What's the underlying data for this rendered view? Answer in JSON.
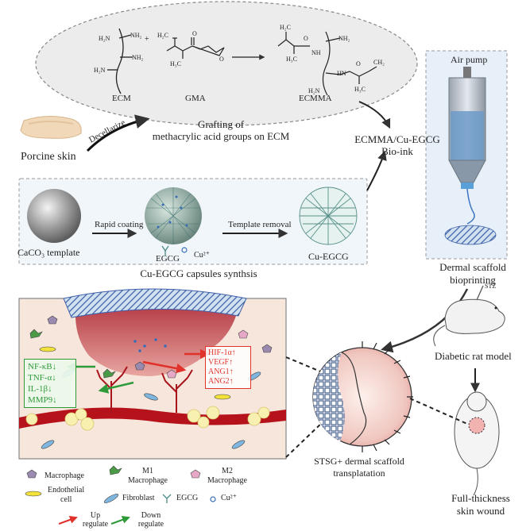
{
  "top": {
    "ecm": "ECM",
    "gma": "GMA",
    "ecmma": "ECMMA",
    "plus": "+",
    "chem": {
      "h2n": "H₂N",
      "nh2": "NH₂",
      "h3c": "H₃C",
      "ch2": "CH₂",
      "h2c": "H₂C",
      "hn": "HN",
      "nh": "NH",
      "o": "O"
    },
    "grafting_line1": "Grafting of",
    "grafting_line2": "methacrylic acid groups on ECM",
    "porcine_skin": "Porcine skin",
    "decellarize": "Decellarize"
  },
  "synthesis": {
    "caco3": "CaCO₃ template",
    "rapid_coating": "Rapid coating",
    "template_removal": "Template removal",
    "egcg": "EGCG",
    "cu": "Cu²⁺",
    "cu_egcg": "Cu-EGCG",
    "title": "Cu-EGCG capsules synthsis"
  },
  "bioink": {
    "line1": "ECMMA/Cu-EGCG",
    "line2": "Bio-ink"
  },
  "printer": {
    "air_pump": "Air pump",
    "caption_line1": "Dermal scaffold",
    "caption_line2": "bioprinting"
  },
  "rat": {
    "stz": "STZ",
    "diabetic_model": "Diabetic rat model",
    "wound_line1": "Full-thickness",
    "wound_line2": "skin wound"
  },
  "transplant": {
    "line1": "STSG+ dermal scaffold",
    "line2": "transplatation"
  },
  "wound": {
    "down_list": [
      "NF-κB↓",
      "TNF-α↓",
      "IL-1β↓",
      "MMP9↓"
    ],
    "up_list": [
      "HIF-1α↑",
      "VEGF↑",
      "ANG1↑",
      "ANG2↑"
    ]
  },
  "legend": {
    "macrophage": "Macrophage",
    "m1_line1": "M1",
    "m1_line2": "Macrophage",
    "m2_line1": "M2",
    "m2_line2": "Macrophage",
    "endothelial_line1": "Endothelial",
    "endothelial_line2": "cell",
    "fibroblast": "Fibroblast",
    "egcg": "EGCG",
    "cu": "Cu²⁺",
    "up_line1": "Up",
    "up_line2": "regulate",
    "down_line1": "Down",
    "down_line2": "regulate"
  },
  "colors": {
    "up": "#e0322b",
    "down": "#2f9a3a",
    "tissue": "#c9525a",
    "skin": "#f5e2d8",
    "vessel": "#a8141c",
    "scaffold": "#6d86c8"
  }
}
